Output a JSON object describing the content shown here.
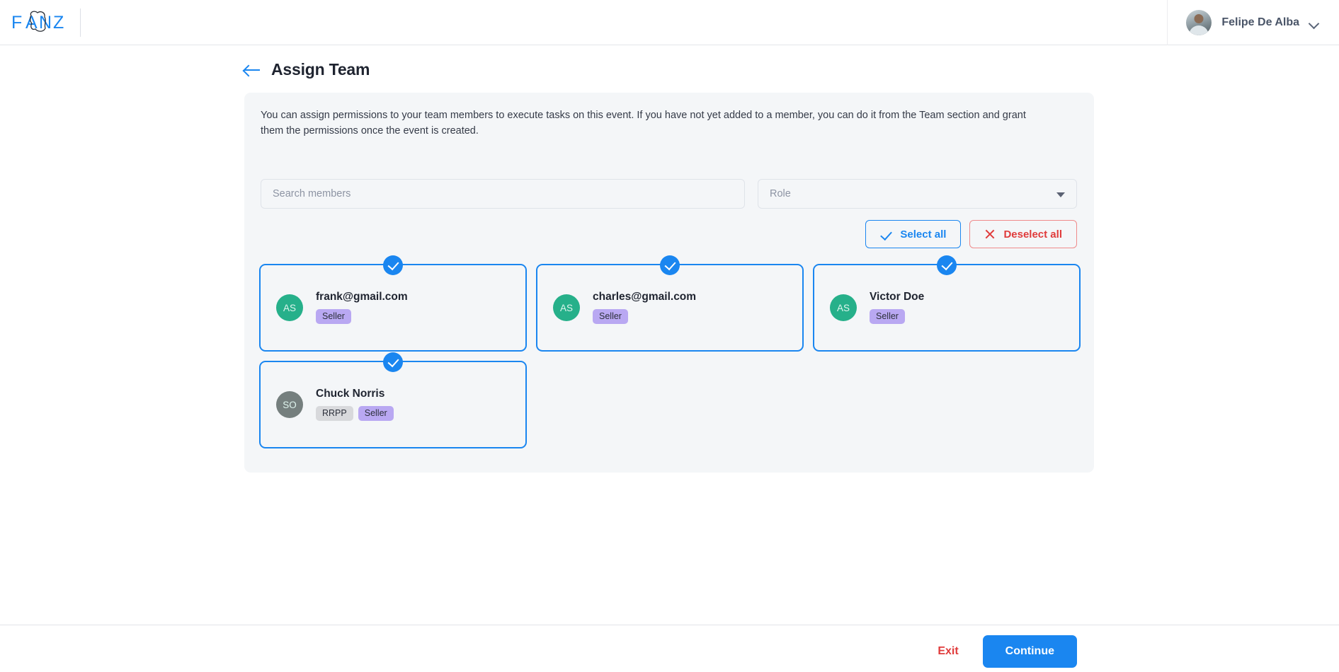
{
  "header": {
    "logo_text": "FANZ",
    "user": {
      "name": "Felipe De Alba",
      "avatar_icon": "user-photo-avatar",
      "chevron_icon": "chevron-down-icon"
    }
  },
  "page": {
    "back_icon": "arrow-left-icon",
    "title": "Assign Team",
    "description": "You can assign permissions to your team members to execute tasks on this event. If you have not yet added to a member, you can do it from the Team section and grant them the permissions once the event is created."
  },
  "filters": {
    "search": {
      "placeholder": "Search members",
      "value": ""
    },
    "role": {
      "label": "Role",
      "caret_icon": "caret-down-icon"
    }
  },
  "bulk_actions": {
    "select_all": {
      "label": "Select all",
      "icon": "check-icon"
    },
    "deselect_all": {
      "label": "Deselect all",
      "icon": "close-x-icon"
    }
  },
  "members": [
    {
      "name": "frank@gmail.com",
      "initials": "AS",
      "avatar_color": "#26b08a",
      "badges": [
        {
          "label": "Seller",
          "type": "seller"
        }
      ],
      "selected": true
    },
    {
      "name": "charles@gmail.com",
      "initials": "AS",
      "avatar_color": "#26b08a",
      "badges": [
        {
          "label": "Seller",
          "type": "seller"
        }
      ],
      "selected": true
    },
    {
      "name": "Victor Doe",
      "initials": "AS",
      "avatar_color": "#26b08a",
      "badges": [
        {
          "label": "Seller",
          "type": "seller"
        }
      ],
      "selected": true
    },
    {
      "name": "Chuck Norris",
      "initials": "SO",
      "avatar_color": "#757f7e",
      "badges": [
        {
          "label": "RRPP",
          "type": "rrpp"
        },
        {
          "label": "Seller",
          "type": "seller"
        }
      ],
      "selected": true
    }
  ],
  "footer": {
    "exit_label": "Exit",
    "continue_label": "Continue"
  },
  "colors": {
    "accent_blue": "#1a86f0",
    "danger_red": "#e03b3b",
    "panel_bg": "#f4f6f8",
    "badge_seller": "#b9a8f2",
    "badge_rrpp": "#d8d9dc"
  }
}
